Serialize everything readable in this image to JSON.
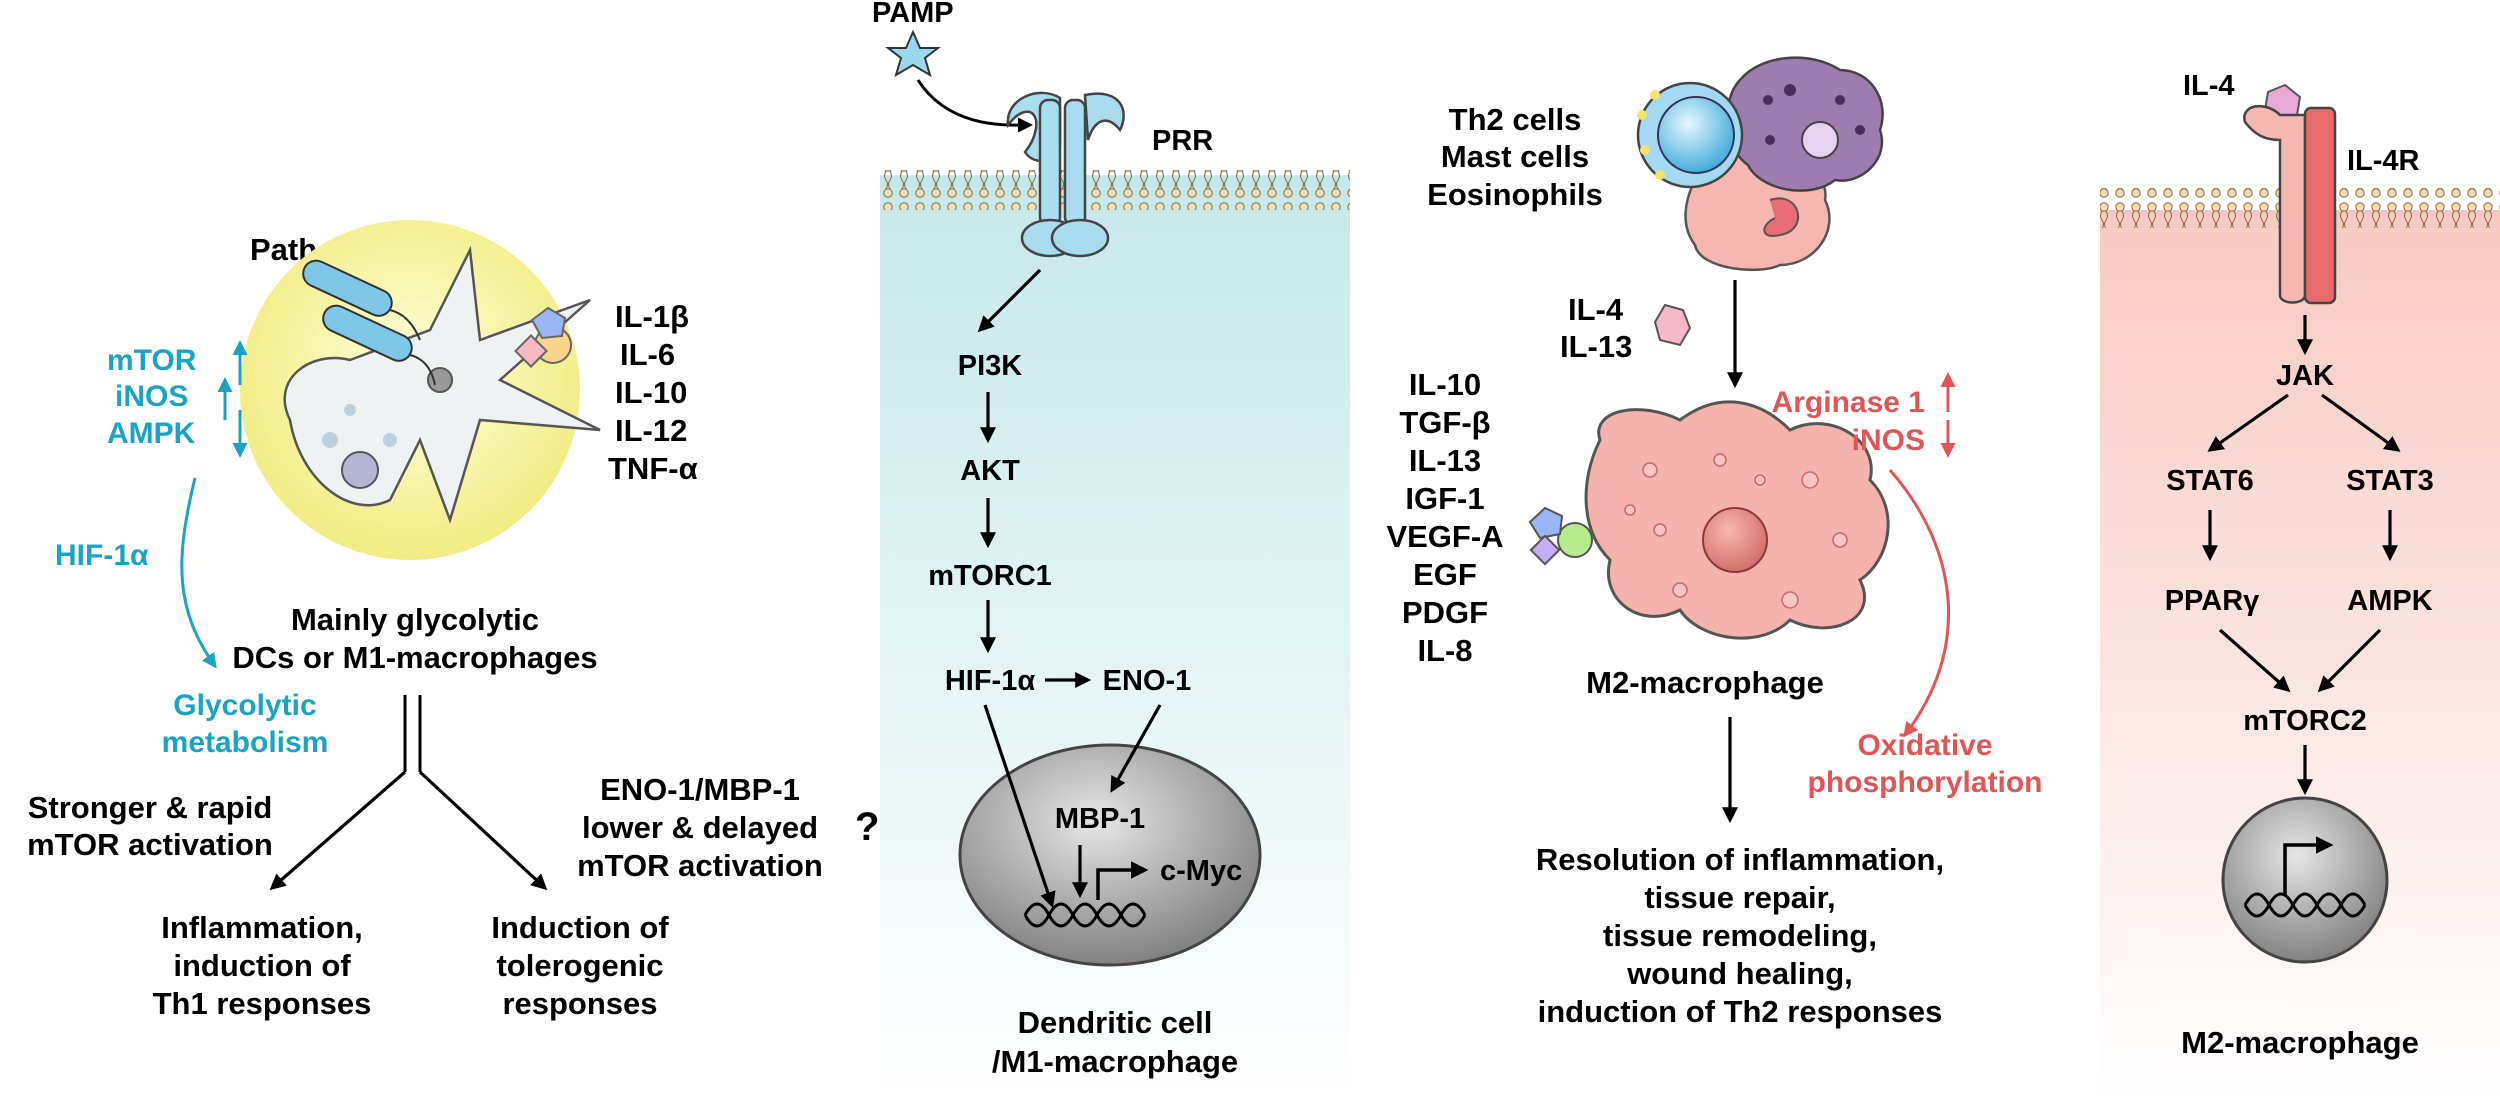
{
  "panel1": {
    "pathogens": "Pathogens",
    "cytokines": [
      "IL-1β",
      "IL-6",
      "IL-10",
      "IL-12",
      "TNF-α"
    ],
    "regulators": [
      "mTOR",
      "iNOS",
      "AMPK"
    ],
    "hif": "HIF-1α",
    "cell_lines": [
      "Mainly glycolytic",
      "DCs or M1-macrophages"
    ],
    "glyco_lines": [
      "Glycolytic",
      "metabolism"
    ],
    "left_branch": [
      "Stronger & rapid",
      "mTOR activation"
    ],
    "right_branch": [
      "ENO-1/MBP-1",
      "lower & delayed",
      "mTOR activation"
    ],
    "question": "?",
    "outcome_left": [
      "Inflammation,",
      "induction of",
      "Th1 responses"
    ],
    "outcome_right": [
      "Induction of",
      "tolerogenic",
      "responses"
    ]
  },
  "panel2": {
    "pamp": "PAMP",
    "prr": "PRR",
    "pi3k": "PI3K",
    "akt": "AKT",
    "mtorc1": "mTORC1",
    "hif": "HIF-1α",
    "eno": "ENO-1",
    "mbp": "MBP-1",
    "cmyc": "c-Myc",
    "caption": [
      "Dendritic cell",
      "/M1-macrophage"
    ]
  },
  "panel3": {
    "cells": [
      "Th2 cells",
      "Mast cells",
      "Eosinophils"
    ],
    "il_inputs": [
      "IL-4",
      "IL-13"
    ],
    "secreted": [
      "IL-10",
      "TGF-β",
      "IL-13",
      "IGF-1",
      "VEGF-A",
      "EGF",
      "PDGF",
      "IL-8"
    ],
    "arginase": "Arginase 1",
    "inos": "iNOS",
    "oxphos": [
      "Oxidative",
      "phosphorylation"
    ],
    "cell_label": "M2-macrophage",
    "outcome": [
      "Resolution of inflammation,",
      "tissue repair,",
      "tissue remodeling,",
      "wound healing,",
      "induction of Th2 responses"
    ]
  },
  "panel4": {
    "il4": "IL-4",
    "il4r": "IL-4R",
    "jak": "JAK",
    "stat6": "STAT6",
    "stat3": "STAT3",
    "ppar": "PPARγ",
    "ampk": "AMPK",
    "mtorc2": "mTORC2",
    "caption": "M2-macrophage"
  },
  "colors": {
    "cyan_text": "#1aa4c4",
    "red_text": "#e05555",
    "panel2_bg": "#d3eeef",
    "panel4_bg": "#fad8d2"
  }
}
